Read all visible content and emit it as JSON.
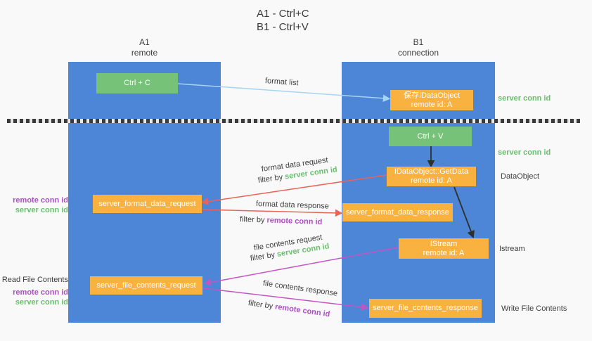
{
  "title": {
    "line1": "A1 - Ctrl+C",
    "line2": "B1 - Ctrl+V"
  },
  "lanes": {
    "left": {
      "name": "A1",
      "subtitle": "remote"
    },
    "right": {
      "name": "B1",
      "subtitle": "connection"
    }
  },
  "boxes": {
    "ctrl_c": "Ctrl + C",
    "ctrl_v": "Ctrl + V",
    "save_idataobject": {
      "title": "保存IDataObject",
      "subtitle": "remote id: A"
    },
    "idataobject_getdata": {
      "title": "IDataObject::GetData",
      "subtitle": "remote id: A"
    },
    "istream": {
      "title": "IStream",
      "subtitle": "remote id: A"
    },
    "server_format_data_request": "server_format_data_request",
    "server_format_data_response": "server_format_data_response",
    "server_file_contents_request": "server_file_contents_request",
    "server_file_contents_response": "server_file_contents_response"
  },
  "arrow_labels": {
    "format_list": "format list",
    "format_data_request": "format data request",
    "format_data_response": "format data response",
    "file_contents_request": "file contents request",
    "file_contents_response": "file contents response",
    "filter_by": "filter by ",
    "server_conn_id": "server conn id",
    "remote_conn_id": "remote conn id"
  },
  "side_labels": {
    "server_conn_id": "server conn id",
    "remote_conn_id": "remote conn id",
    "dataobject": "DataObject",
    "istream": "Istream",
    "read_file_contents": "Read File Contents",
    "write_file_contents": "Write File Contents"
  },
  "colors": {
    "lane_blue": "#4d86d6",
    "box_green": "#77c279",
    "box_orange": "#f9b240",
    "arrow_light_blue": "#a6d4f2",
    "arrow_red": "#e96358",
    "arrow_magenta": "#c355c3",
    "arrow_black": "#2f2f2f",
    "label_green": "#68c06c",
    "label_purple": "#ad4fc4",
    "text_dark": "#3d3d3d",
    "background": "#f9f9f9"
  }
}
